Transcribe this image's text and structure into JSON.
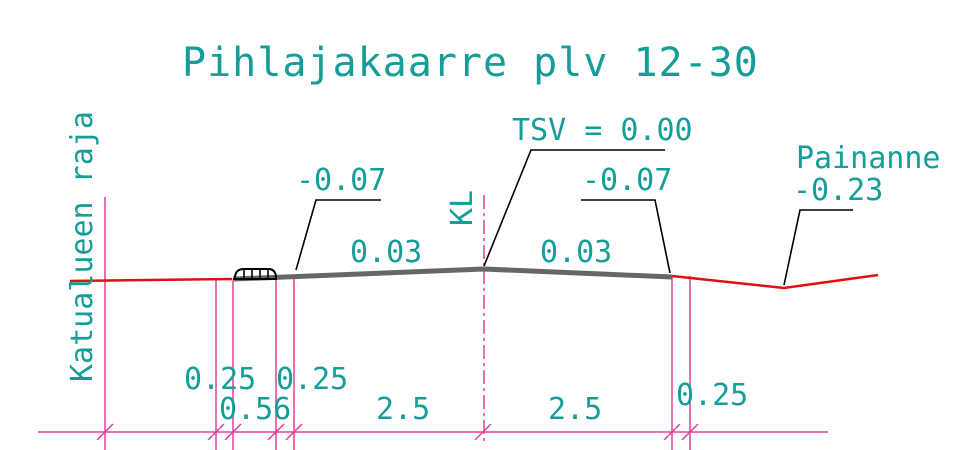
{
  "title": "Pihlajakaarre plv 12-30",
  "labels": {
    "katualue": "Katualueen raja",
    "kl": "KL",
    "tsv": "TSV = 0.00",
    "painanne_title": "Painanne",
    "painanne_value": "-0.23",
    "left_level": "-0.07",
    "right_level": "-0.07",
    "left_slope": "0.03",
    "right_slope": "0.03"
  },
  "dimensions": {
    "d1": "0.25",
    "d2": "0.56",
    "d3": "0.25",
    "d4": "2.5",
    "d5": "2.5",
    "d6": "0.25"
  },
  "colors": {
    "text": "#159e99",
    "dimension_lines": "#e0409a",
    "ground_line": "#e01010",
    "pavement": "#666666",
    "leader_lines": "#000000"
  }
}
